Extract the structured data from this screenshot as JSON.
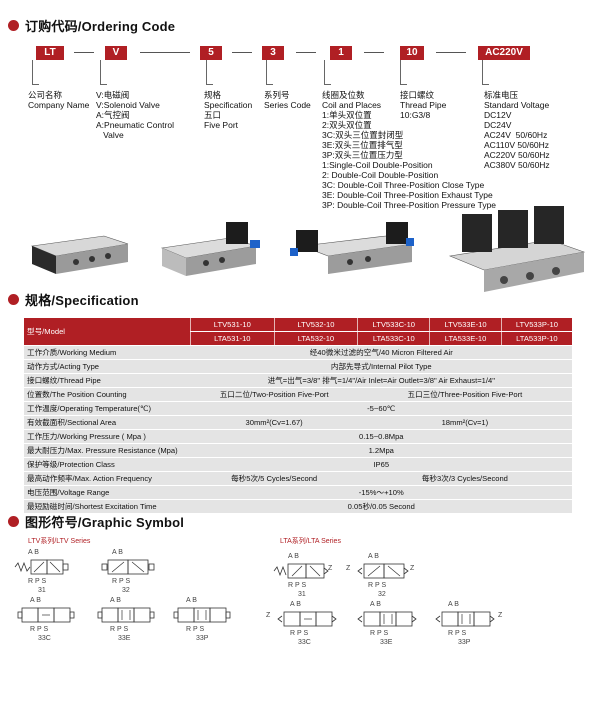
{
  "ordering": {
    "title": "订购代码/Ordering Code",
    "codes": [
      "LT",
      "V",
      "5",
      "3",
      "1",
      "10",
      "AC220V"
    ],
    "desc_company": "公司名称\nCompany Name",
    "desc_valve": "V:电磁阀\nV:Solenoid Valve\nA:气控阀\nA:Pneumatic Control\n   Valve",
    "desc_spec": "规格\nSpecification\n五口\nFive Port",
    "desc_series": "系列号\nSeries Code",
    "desc_coil": "线圈及位数\nCoil and Places\n1:单头双位置\n2:双头双位置\n3C:双头三位置封闭型\n3E:双头三位置排气型\n3P:双头三位置压力型\n1:Single-Coil Double-Position\n2: Double-Coil Double-Position\n3C: Double-Coil Three-Position Close Type\n3E: Double-Coil Three-Position Exhaust Type\n3P: Double-Coil Three-Position Pressure Type",
    "desc_thread": "接口螺纹\nThread Pipe\n10:G3/8",
    "desc_voltage": "标准电压\nStandard Voltage\nDC12V\nDC24V\nAC24V  50/60Hz\nAC110V 50/60Hz\nAC220V 50/60Hz\nAC380V 50/60Hz"
  },
  "specification": {
    "title": "规格/Specification",
    "model_label": "型号/Model",
    "models_ltv": [
      "LTV531-10",
      "LTV532-10",
      "LTV533C-10",
      "LTV533E-10",
      "LTV533P-10"
    ],
    "models_lta": [
      "LTA531-10",
      "LTA532-10",
      "LTA533C-10",
      "LTA533E-10",
      "LTA533P-10"
    ],
    "rows": [
      {
        "label": "工作介质/Working Medium",
        "value": "经40微米过滤的空气/40 Micron Filtered Air"
      },
      {
        "label": "动作方式/Acting Type",
        "value": "内部先导式/Internal Pilot Type"
      },
      {
        "label": "接口螺纹/Thread Pipe",
        "value": "进气=出气=3/8\"  排气=1/4\"/Air Inlet=Air Outlet=3/8\"  Air Exhaust=1/4\""
      },
      {
        "label": "位置数/The Position Counting",
        "v1": "五口二位/Two-Position Five-Port",
        "v2": "五口三位/Three-Position Five-Port"
      },
      {
        "label": "工作温度/Operating Temperature(℃)",
        "value": "-5~60℃"
      },
      {
        "label": "有效截面积/Sectional Area",
        "v1": "30mm²(Cv=1.67)",
        "v2": "18mm²(Cv=1)"
      },
      {
        "label": "工作压力/Working Pressure ( Mpa )",
        "value": "0.15~0.8Mpa"
      },
      {
        "label": "最大耐压力/Max. Pressure Resistance (Mpa)",
        "value": "1.2Mpa"
      },
      {
        "label": "保护等级/Protection Class",
        "value": "IP65"
      },
      {
        "label": "最高动作频率/Max. Action Frequency",
        "v1": "每秒5次/5 Cycles/Second",
        "v2": "每秒3次/3 Cycles/Second"
      },
      {
        "label": "电压范围/Voltage Range",
        "value": "-15%～+10%"
      },
      {
        "label": "最短励磁时间/Shortest Excitation Time",
        "value": "0.05秒/0.05 Second"
      }
    ]
  },
  "graphic": {
    "title": "图形符号/Graphic Symbol",
    "ltv_series": "LTV系列/LTV Series",
    "lta_series": "LTA系列/LTA Series",
    "ab": "A B",
    "rps": "R P S",
    "z": "Z",
    "codes": [
      "31",
      "32",
      "33C",
      "33E",
      "33P"
    ]
  },
  "colors": {
    "accent": "#b01f24",
    "row_bg": "#e4e4e4"
  }
}
